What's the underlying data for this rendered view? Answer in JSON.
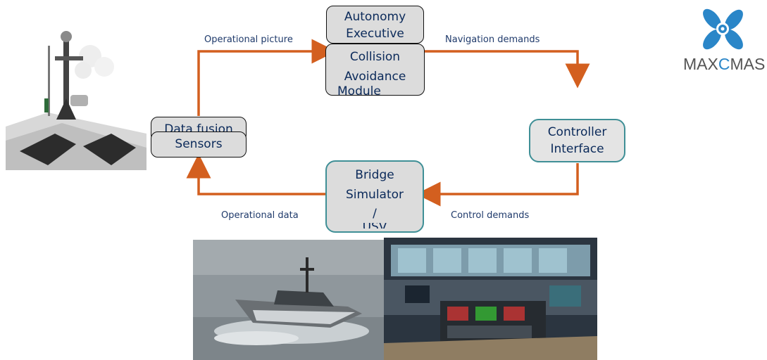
{
  "diagram": {
    "nodes": {
      "autonomy_executive": [
        "Autonomy",
        "Executive"
      ],
      "collision_avoidance": [
        "Collision",
        "Avoidance",
        "Module"
      ],
      "data_fusion": "Data fusion",
      "sensors": "Sensors",
      "controller_interface": [
        "Controller",
        "Interface"
      ],
      "bridge_simulator": [
        "Bridge",
        "Simulator",
        "/",
        "USV"
      ]
    },
    "edges": {
      "operational_picture": "Operational picture",
      "navigation_demands": "Navigation demands",
      "control_demands": "Control demands",
      "operational_data": "Operational data"
    }
  },
  "logo": {
    "text_a": "MAX",
    "text_c": "C",
    "text_b": "MAS",
    "accent_color": "#2a86c8",
    "text_color": "#555555"
  },
  "colors": {
    "arrow": "#d35f1f",
    "box_border_teal": "#3f8f96",
    "node_text": "#0b2a5a"
  },
  "images": {
    "left_photo": "usv-mast-closeup",
    "bottom_left_photo": "usv-boat-at-sea",
    "bottom_right_photo": "ship-bridge-simulator"
  }
}
